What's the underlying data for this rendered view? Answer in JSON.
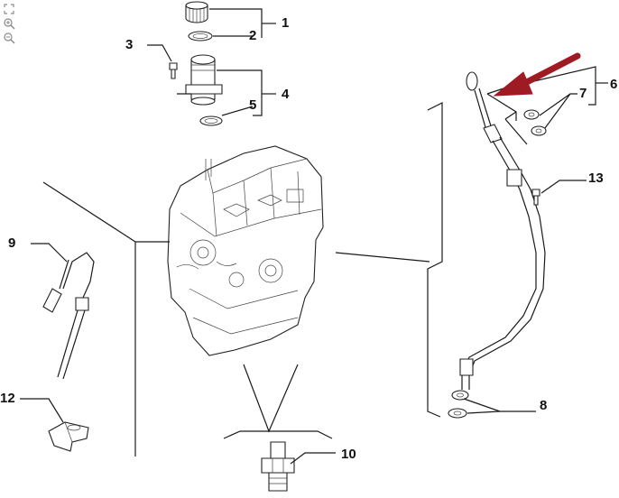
{
  "toolbar": {
    "icons": [
      "fit-to-screen-icon",
      "zoom-in-icon",
      "zoom-out-icon"
    ]
  },
  "callouts": {
    "c1": "1",
    "c2": "2",
    "c3": "3",
    "c4": "4",
    "c5": "5",
    "c6": "6",
    "c7": "7",
    "c8": "8",
    "c9": "9",
    "c10": "10",
    "c12": "12",
    "c13": "13"
  },
  "colors": {
    "arrow": "#9e1b24",
    "line": "#1a1a1a"
  }
}
